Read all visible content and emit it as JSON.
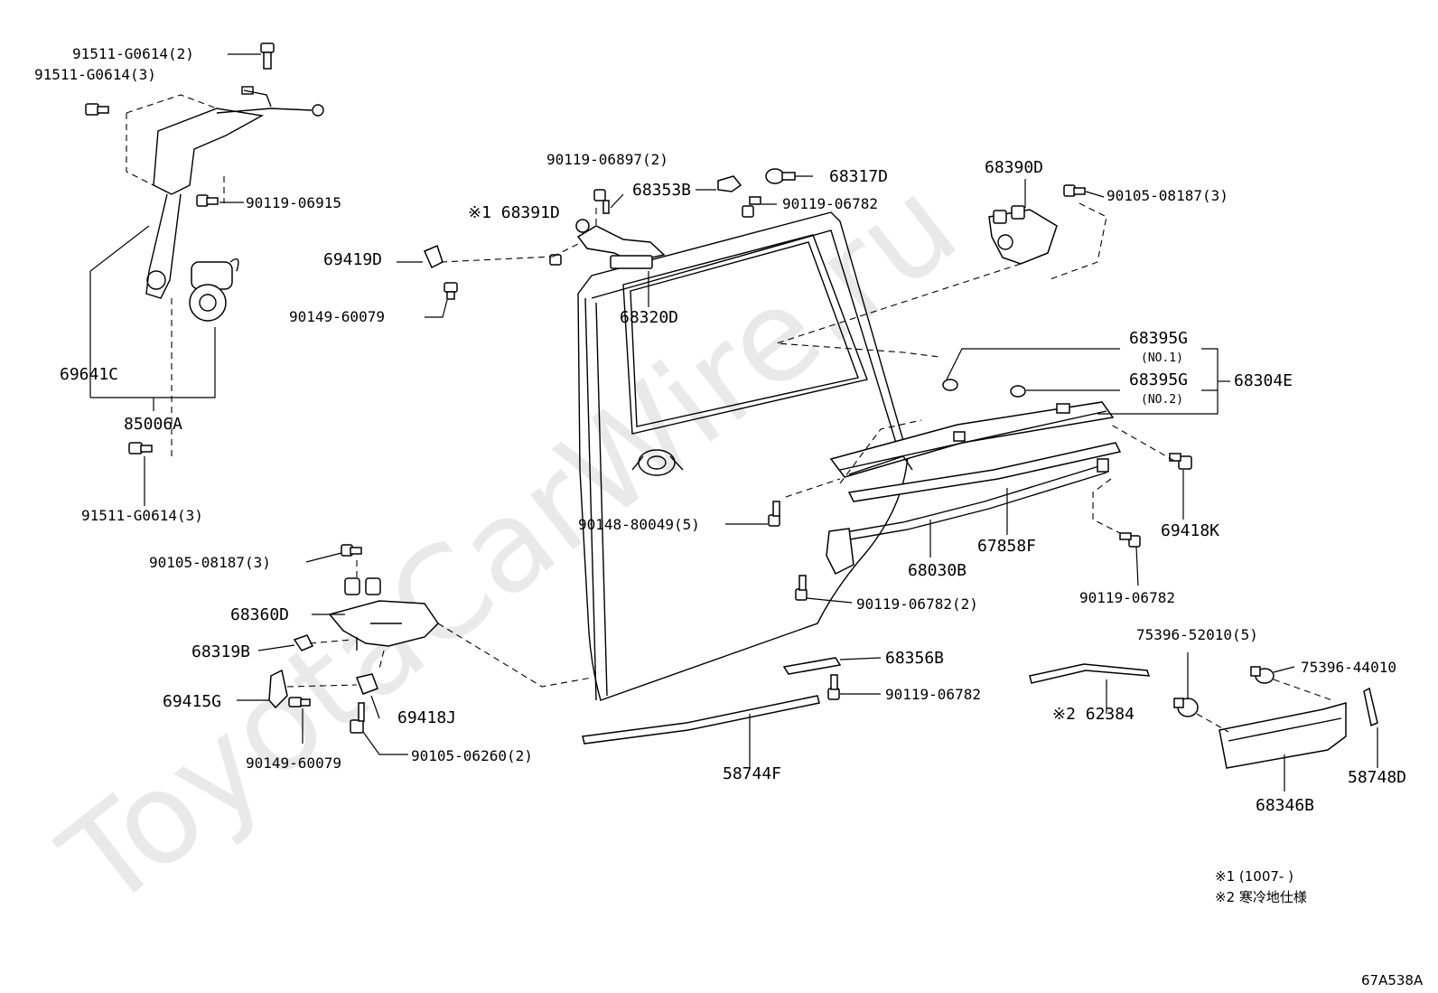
{
  "watermark": "ToyotaCarWire.ru",
  "diagram_code": "67A538A",
  "footnotes": {
    "note1": "※1 (1007-      )",
    "note2": "※2 寒冷地仕様"
  },
  "labels": {
    "p91511_g0614_2": "91511-G0614(2)",
    "p91511_g0614_3_top": "91511-G0614(3)",
    "p90119_06915": "90119-06915",
    "p69641c": "69641C",
    "p85006a": "85006A",
    "p91511_g0614_3_bottom": "91511-G0614(3)",
    "p90119_06897": "90119-06897(2)",
    "p68353b": "68353B",
    "p68317d": "68317D",
    "p90119_06782_top": "90119-06782",
    "p68391d": "※1 68391D",
    "p69419d": "69419D",
    "p90149_60079_top": "90149-60079",
    "p68320d": "68320D",
    "p68390d": "68390D",
    "p90105_08187_right": "90105-08187(3)",
    "p68395g_1": "68395G",
    "p68395g_1_sub": "(NO.1)",
    "p68395g_2": "68395G",
    "p68395g_2_sub": "(NO.2)",
    "p68304e": "68304E",
    "p69418k": "69418K",
    "p90148_80049": "90148-80049(5)",
    "p67858f": "67858F",
    "p68030b": "68030B",
    "p90119_06782_right": "90119-06782",
    "p90119_06782_2": "90119-06782(2)",
    "p90105_08187_left": "90105-08187(3)",
    "p68360d": "68360D",
    "p68319b": "68319B",
    "p69415g": "69415G",
    "p69418j": "69418J",
    "p90149_60079_bottom": "90149-60079",
    "p90105_06260": "90105-06260(2)",
    "p68356b": "68356B",
    "p90119_06782_mid": "90119-06782",
    "p58744f": "58744F",
    "p62384": "※2 62384",
    "p75396_52010": "75396-52010(5)",
    "p75396_44010": "75396-44010",
    "p58748d": "58748D",
    "p68346b": "68346B"
  }
}
